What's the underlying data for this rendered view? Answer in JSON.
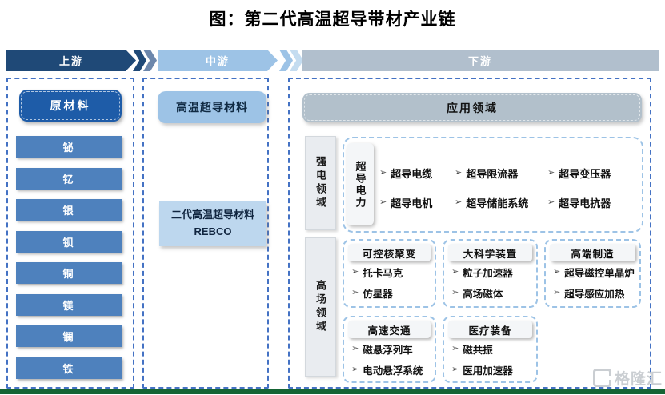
{
  "title": "图：第二代高温超导带材产业链",
  "stages": {
    "upstream": "上游",
    "midstream": "中游",
    "downstream": "下游"
  },
  "upstream": {
    "header": "原材料",
    "materials": [
      "铋",
      "钇",
      "银",
      "钡",
      "铜",
      "镁",
      "镧",
      "铁"
    ]
  },
  "midstream": {
    "header": "高温超导材料",
    "product_line1": "二代高温超导材料",
    "product_line2": "REBCO"
  },
  "downstream": {
    "header": "应用领域",
    "strong_field": {
      "label": "强电领域",
      "group": "超导电力",
      "columns": [
        [
          "超导电缆",
          "超导电机"
        ],
        [
          "超导限流器",
          "超导储能系统"
        ],
        [
          "超导变压器",
          "超导电抗器"
        ]
      ]
    },
    "high_field": {
      "label": "高场领域",
      "groups": [
        {
          "title": "可控核聚变",
          "items": [
            "托卡马克",
            "仿星器"
          ]
        },
        {
          "title": "大科学装置",
          "items": [
            "粒子加速器",
            "高场磁体"
          ]
        },
        {
          "title": "高端制造",
          "items": [
            "超导磁控单晶炉",
            "超导感应加热"
          ]
        },
        {
          "title": "高速交通",
          "items": [
            "磁悬浮列车",
            "电动悬浮系统"
          ]
        },
        {
          "title": "医疗装备",
          "items": [
            "磁共振",
            "医用加速器"
          ]
        }
      ]
    }
  },
  "ui": {
    "bullet": "➢",
    "watermark": "格隆汇",
    "logo_icon": "glonghui-logo"
  },
  "colors": {
    "upstream_navy": "#1F4977",
    "midstream_blue": "#9DC3E6",
    "downstream_gray": "#B1BFCD",
    "material_header_blue": "#1E5CA8",
    "material_item_blue": "#4E81BD",
    "rebco_pale_blue": "#BDD7EE",
    "app_header_gray": "#B2C0CB",
    "dashed_frame_blue": "#4472C4",
    "inner_dashed_blue": "#9DC3E6",
    "footer_green": "#156434"
  }
}
